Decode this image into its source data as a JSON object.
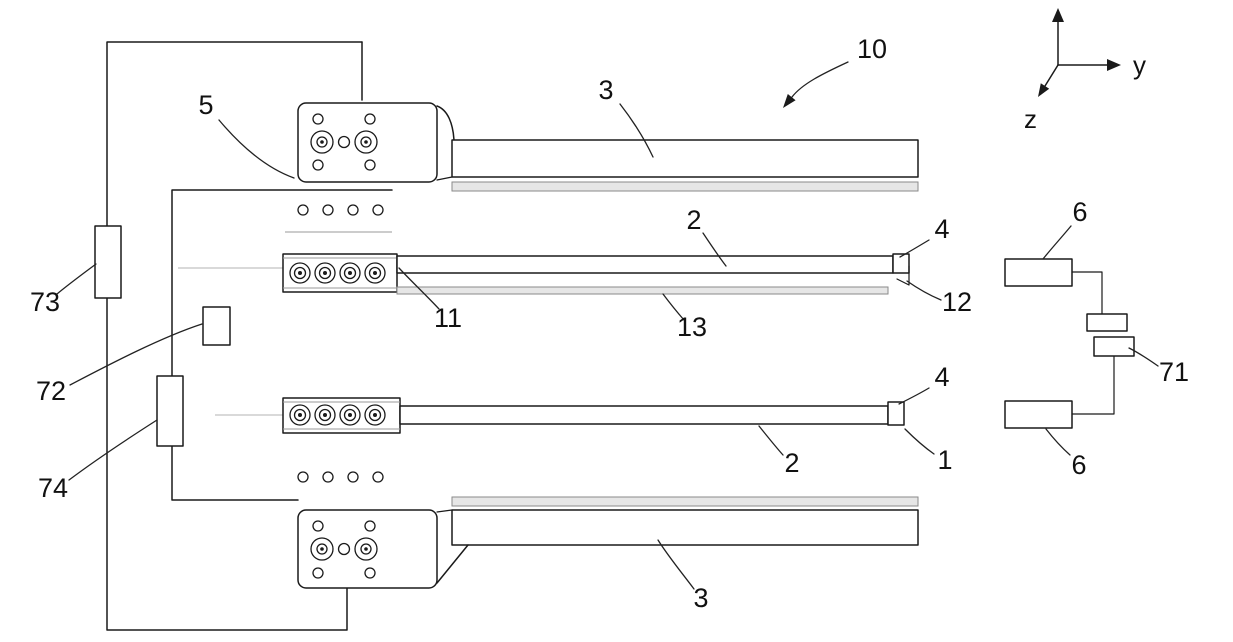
{
  "figure": {
    "labels": {
      "ref1": "1",
      "ref2_top": "2",
      "ref2_bottom": "2",
      "ref3_top": "3",
      "ref3_bottom": "3",
      "ref4_top": "4",
      "ref4_bottom": "4",
      "ref5": "5",
      "ref6_top": "6",
      "ref6_bottom": "6",
      "ref10": "10",
      "ref11": "11",
      "ref12": "12",
      "ref13": "13",
      "ref71": "71",
      "ref72": "72",
      "ref73": "73",
      "ref74": "74"
    },
    "axes": {
      "y": "y",
      "z": "z"
    }
  }
}
